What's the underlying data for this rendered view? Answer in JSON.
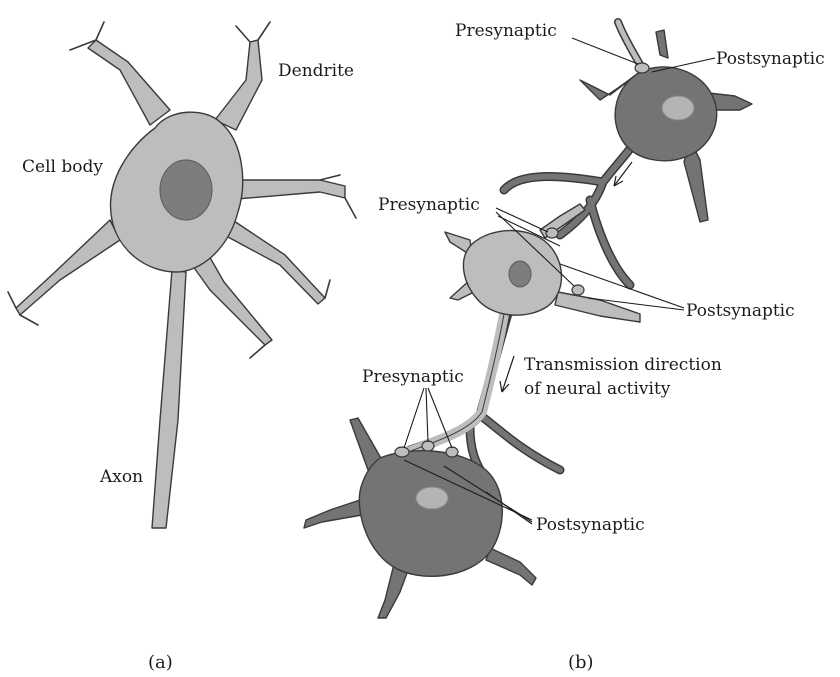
{
  "colors": {
    "background": "#ffffff",
    "light_cell": "#bdbdbd",
    "light_nucleus": "#7d7d7d",
    "dark_cell": "#747474",
    "dark_nucleus": "#b4b4b4",
    "outline": "#3a3a3a",
    "text": "#1c1c1c"
  },
  "panel_a": {
    "caption": "(a)",
    "labels": {
      "dendrite": "Dendrite",
      "cell_body": "Cell body",
      "axon": "Axon"
    }
  },
  "panel_b": {
    "caption": "(b)",
    "top": {
      "presynaptic": "Presynaptic",
      "postsynaptic": "Postsynaptic"
    },
    "middle": {
      "presynaptic": "Presynaptic",
      "postsynaptic": "Postsynaptic"
    },
    "bottom": {
      "presynaptic": "Presynaptic",
      "postsynaptic": "Postsynaptic"
    },
    "transmission_line1": "Transmission direction",
    "transmission_line2": "of neural activity"
  }
}
